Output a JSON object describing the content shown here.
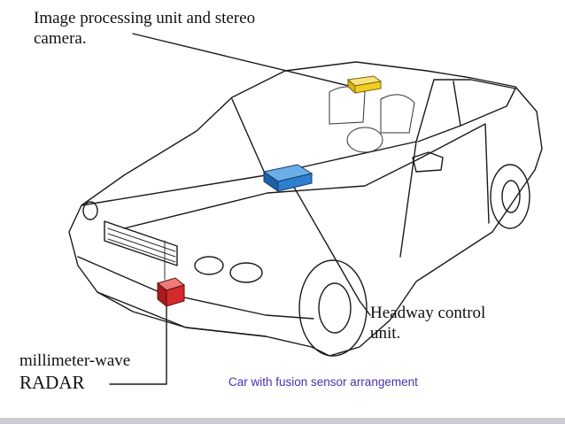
{
  "labels": {
    "camera_line1": "Image processing unit and stereo",
    "camera_line2": "camera.",
    "headway_line1": "Headway control",
    "headway_line2": "unit.",
    "radar_line1": "millimeter-wave",
    "radar_line2": "RADAR"
  },
  "caption": "Car with fusion sensor arrangement",
  "colors": {
    "camera_box": "#f2cf1f",
    "headway_box": "#2f7fd0",
    "radar_box": "#d42a2a",
    "caption": "#4a2fb0"
  }
}
